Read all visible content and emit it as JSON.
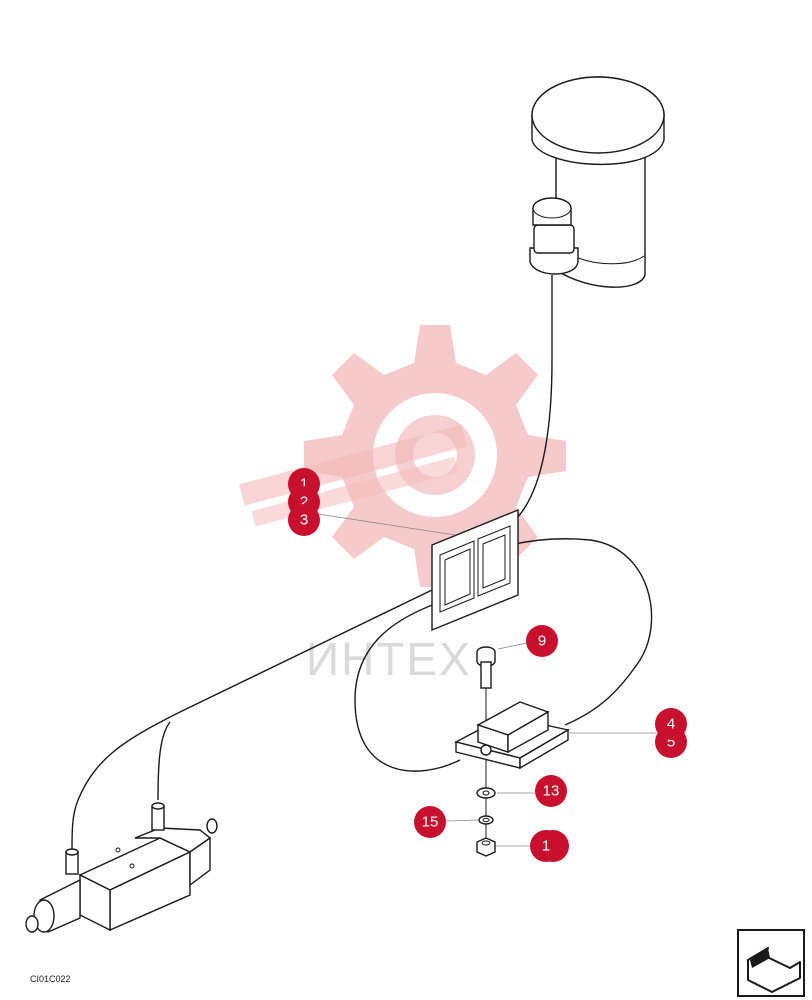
{
  "drawing_code": "CI01C022",
  "watermark": {
    "text": "ИНТЕХ"
  },
  "colors": {
    "callout": "#c8102e",
    "watermark": "#f3b8b8",
    "line": "#1a1a1a"
  },
  "callouts": [
    {
      "id": "c1a",
      "label": "1"
    },
    {
      "id": "c2",
      "label": "2"
    },
    {
      "id": "c3",
      "label": "3"
    },
    {
      "id": "c9",
      "label": "9"
    },
    {
      "id": "c4",
      "label": "4"
    },
    {
      "id": "c5",
      "label": "5"
    },
    {
      "id": "c13",
      "label": "13"
    },
    {
      "id": "c15",
      "label": "15"
    },
    {
      "id": "c1b",
      "label": "1"
    }
  ],
  "nav_icon": "next-page-arrow-icon"
}
